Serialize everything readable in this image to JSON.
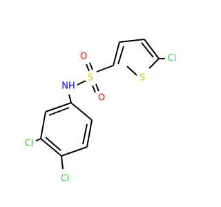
{
  "molecule": {
    "atoms": [
      {
        "id": "cl1",
        "label": "Cl",
        "color": "#33cc33"
      },
      {
        "id": "s_ring",
        "label": "S",
        "color": "#cccc00"
      },
      {
        "id": "s_sulf",
        "label": "S",
        "color": "#cccc00"
      },
      {
        "id": "o1",
        "label": "O",
        "color": "#ff0000"
      },
      {
        "id": "o2",
        "label": "O",
        "color": "#ff0000"
      },
      {
        "id": "nh",
        "label": "NH",
        "color": "#0000ff"
      },
      {
        "id": "cl2",
        "label": "Cl",
        "color": "#33cc33"
      },
      {
        "id": "cl3",
        "label": "Cl",
        "color": "#33cc33"
      }
    ]
  }
}
